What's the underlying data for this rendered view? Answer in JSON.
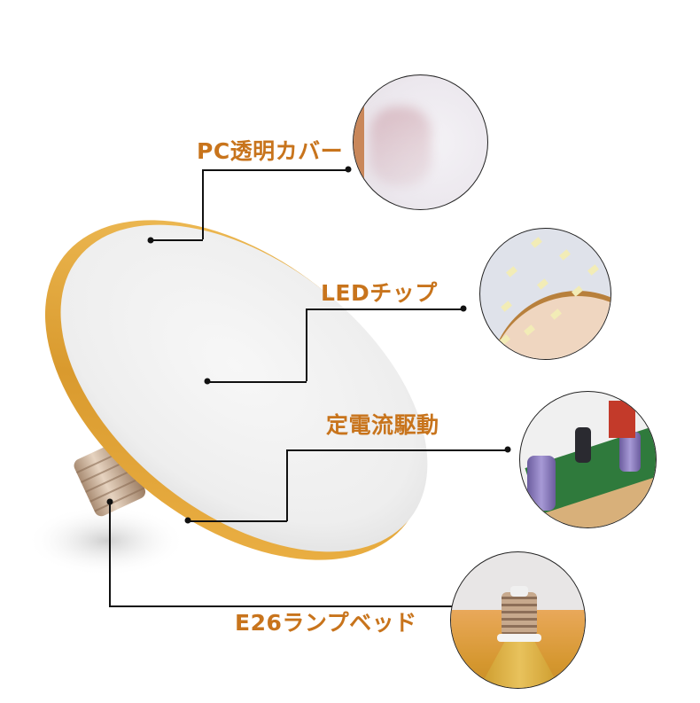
{
  "title": "LED UFO Bulb feature callouts",
  "labels": {
    "cover": "PC透明カバー",
    "chip": "LEDチップ",
    "driver": "定電流駆動",
    "base": "E26ランプベッド"
  },
  "colors": {
    "label": "#c8741c",
    "rim_gold": "#e0a33a",
    "diffuser": "#f2f2f2",
    "line": "#111111"
  },
  "callouts": [
    {
      "id": "cover",
      "detail": "frosted cover with hand behind"
    },
    {
      "id": "chip",
      "detail": "SMD LED chips on board"
    },
    {
      "id": "driver",
      "detail": "driver circuit board with capacitors"
    },
    {
      "id": "base",
      "detail": "E26 screw base on gold housing"
    }
  ]
}
